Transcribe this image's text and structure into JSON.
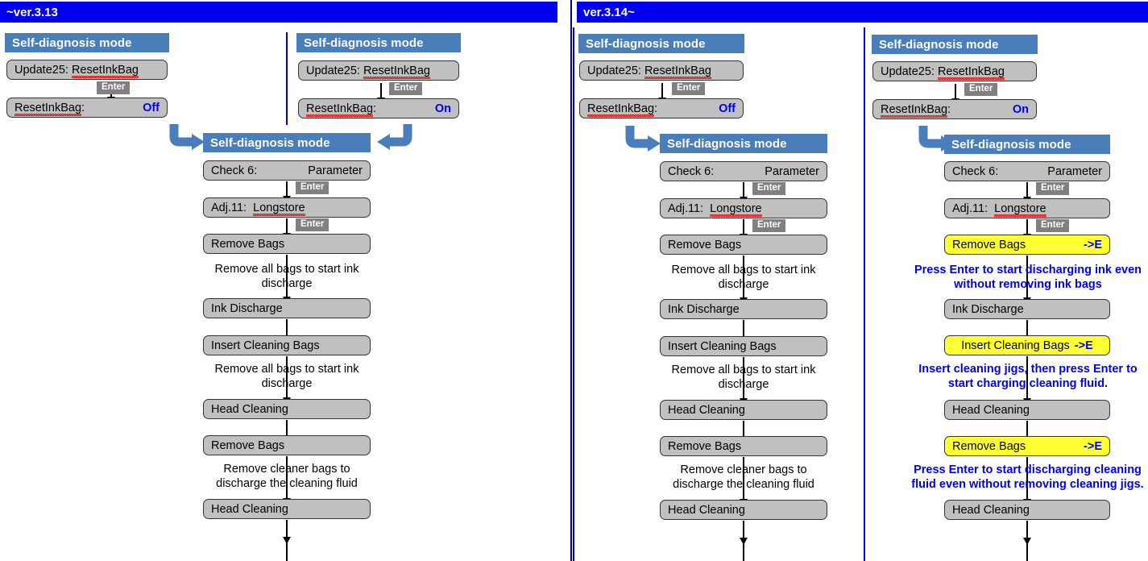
{
  "banners": {
    "left": "~ver.3.13",
    "right": "ver.3.14~"
  },
  "labels": {
    "section_title": "Self-diagnosis mode",
    "enter": "Enter",
    "update25": "Update25: ResetInkBag",
    "reset_key": "ResetInkBag:",
    "value_off": "Off",
    "value_on": "On",
    "check6_left": "Check  6:",
    "check6_right": "Parameter",
    "adj11": "Adj.11:  Longstore",
    "remove_bags": "Remove Bags",
    "ink_discharge": "Ink Discharge",
    "insert_cleaning_bags": "Insert Cleaning Bags",
    "head_cleaning": "Head Cleaning",
    "arrow_e": "->E"
  },
  "captions": {
    "remove_all_bags": "Remove all bags to start ink discharge",
    "remove_cleaner_bags": "Remove cleaner bags to discharge the cleaning fluid",
    "press_enter_ink": "Press Enter to start discharging ink even without removing ink bags",
    "insert_jigs": "Insert cleaning jigs, then press Enter to start charging cleaning fluid.",
    "press_enter_cleaning": "Press Enter to start discharging cleaning fluid even without removing cleaning jigs."
  },
  "colors": {
    "banner_blue": "#0000ee",
    "title_blue": "#4a7ebb",
    "lcd_gray": "#c0c0c0",
    "highlight_yellow": "#ffff33",
    "accent_blue": "#0000ee",
    "enter_gray": "#808080"
  },
  "panels": [
    {
      "id": "ver313",
      "banner": "~ver.3.13",
      "columns": [
        {
          "id": "off",
          "value": "Off"
        },
        {
          "id": "on",
          "value": "On"
        }
      ],
      "shared_flow": [
        {
          "type": "title",
          "label": "Self-diagnosis mode"
        },
        {
          "type": "lcd",
          "left": "Check  6:",
          "right": "Parameter"
        },
        {
          "type": "enter",
          "label": "Enter"
        },
        {
          "type": "lcd",
          "left": "Adj.11:  Longstore"
        },
        {
          "type": "enter",
          "label": "Enter"
        },
        {
          "type": "lcd",
          "left": "Remove Bags"
        },
        {
          "type": "caption",
          "text": "Remove all bags to start ink discharge"
        },
        {
          "type": "lcd",
          "left": "Ink Discharge"
        },
        {
          "type": "lcd",
          "left": "Insert Cleaning Bags"
        },
        {
          "type": "caption",
          "text": "Remove all bags to start ink discharge"
        },
        {
          "type": "lcd",
          "left": "Head Cleaning"
        },
        {
          "type": "lcd",
          "left": "Remove Bags"
        },
        {
          "type": "caption",
          "text": "Remove cleaner bags to discharge the cleaning fluid"
        },
        {
          "type": "lcd",
          "left": "Head Cleaning"
        }
      ]
    },
    {
      "id": "ver314",
      "banner": "ver.3.14~",
      "columns": [
        {
          "id": "off",
          "value": "Off",
          "flow": [
            {
              "type": "title",
              "label": "Self-diagnosis mode"
            },
            {
              "type": "lcd",
              "left": "Check  6:",
              "right": "Parameter"
            },
            {
              "type": "enter",
              "label": "Enter"
            },
            {
              "type": "lcd",
              "left": "Adj.11:  Longstore"
            },
            {
              "type": "enter",
              "label": "Enter"
            },
            {
              "type": "lcd",
              "left": "Remove Bags"
            },
            {
              "type": "caption",
              "text": "Remove all bags to start ink discharge"
            },
            {
              "type": "lcd",
              "left": "Ink Discharge"
            },
            {
              "type": "lcd",
              "left": "Insert Cleaning Bags"
            },
            {
              "type": "caption",
              "text": "Remove all bags to start ink discharge"
            },
            {
              "type": "lcd",
              "left": "Head Cleaning"
            },
            {
              "type": "lcd",
              "left": "Remove Bags"
            },
            {
              "type": "caption",
              "text": "Remove cleaner bags to discharge the cleaning fluid"
            },
            {
              "type": "lcd",
              "left": "Head Cleaning"
            }
          ]
        },
        {
          "id": "on",
          "value": "On",
          "flow": [
            {
              "type": "title",
              "label": "Self-diagnosis mode"
            },
            {
              "type": "lcd",
              "left": "Check  6:",
              "right": "Parameter"
            },
            {
              "type": "enter",
              "label": "Enter"
            },
            {
              "type": "lcd",
              "left": "Adj.11:  Longstore"
            },
            {
              "type": "enter",
              "label": "Enter"
            },
            {
              "type": "lcd_yellow",
              "left": "Remove Bags",
              "right": "->E"
            },
            {
              "type": "caption_blue",
              "text": "Press Enter to start discharging ink even without removing ink bags"
            },
            {
              "type": "lcd",
              "left": "Ink Discharge"
            },
            {
              "type": "lcd_yellow",
              "left": "Insert Cleaning Bags",
              "right": "->E"
            },
            {
              "type": "caption_blue",
              "text": "Insert cleaning jigs, then press Enter to start charging cleaning fluid."
            },
            {
              "type": "lcd",
              "left": "Head Cleaning"
            },
            {
              "type": "lcd_yellow",
              "left": "Remove Bags",
              "right": "->E"
            },
            {
              "type": "caption_blue",
              "text": "Press Enter to start discharging cleaning fluid even without removing cleaning jigs."
            },
            {
              "type": "lcd",
              "left": "Head Cleaning"
            }
          ]
        }
      ]
    }
  ]
}
